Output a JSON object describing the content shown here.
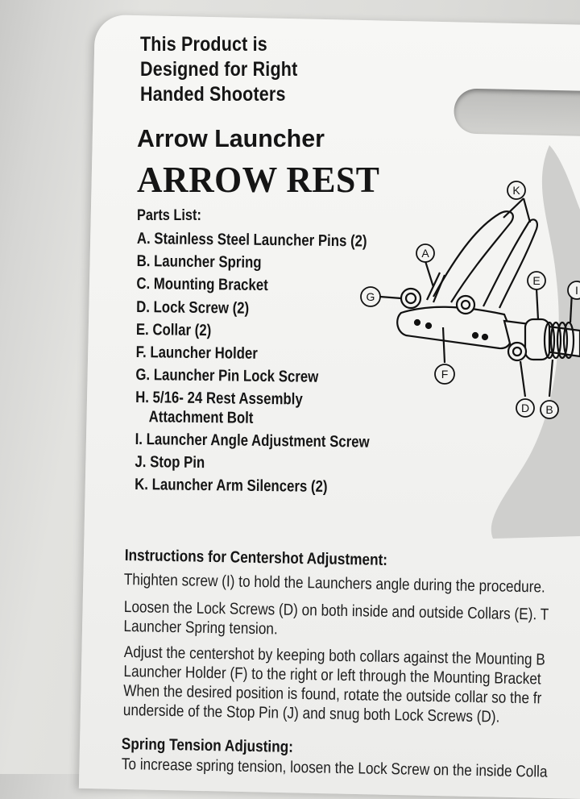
{
  "note_lines": [
    "This Product is",
    "Designed for Right",
    "Handed Shooters"
  ],
  "brand": "Arrow Launcher",
  "product": "ARROW REST",
  "parts_title": "Parts List:",
  "parts": [
    "A. Stainless Steel Launcher Pins (2)",
    "B. Launcher Spring",
    "C. Mounting Bracket",
    "D. Lock Screw (2)",
    "E. Collar (2)",
    "F. Launcher Holder",
    "G. Launcher Pin Lock Screw",
    "H. 5/16- 24  Rest Assembly",
    "Attachment Bolt",
    "I. Launcher Angle Adjustment Screw",
    "J. Stop Pin",
    "K. Launcher Arm Silencers (2)"
  ],
  "diagram_labels": [
    "K",
    "A",
    "G",
    "E",
    "I",
    "F",
    "D",
    "B"
  ],
  "instructions_title": "Instructions for Centershot Adjustment:",
  "para1": "Thighten screw (I) to hold the Launchers angle during the procedure.",
  "para2": [
    "Loosen the Lock Screws (D) on both inside and outside Collars (E).  T",
    "Launcher Spring tension."
  ],
  "para3": [
    "Adjust the centershot by keeping both collars against the Mounting B",
    "Launcher Holder (F) to the right or left through the Mounting Bracket",
    "When the desired position is found, rotate the outside collar so the fr",
    "underside of the Stop Pin (J) and snug both Lock Screws (D)."
  ],
  "spring_title": "Spring Tension Adjusting:",
  "para4": "To increase spring tension, loosen the Lock Screw on the inside Colla"
}
